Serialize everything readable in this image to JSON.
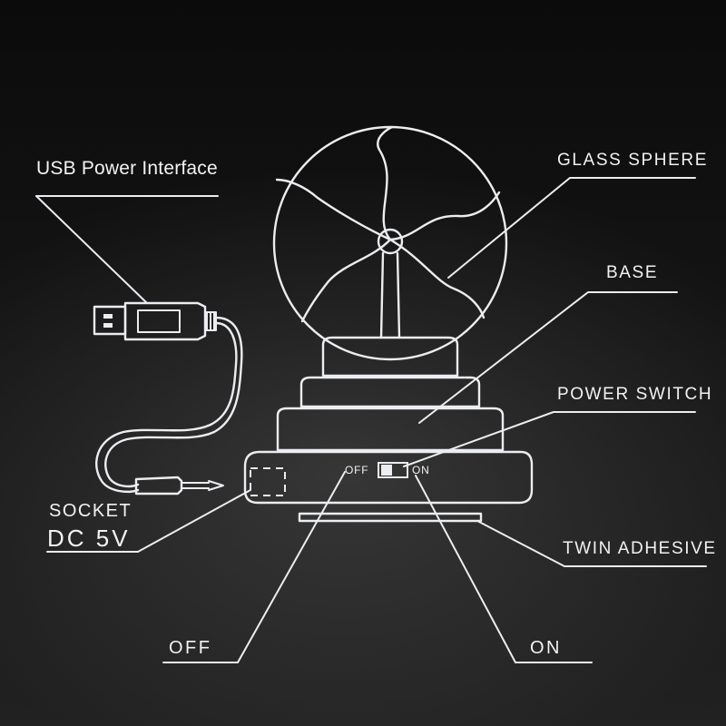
{
  "labels": {
    "usb_power_interface": "USB Power Interface",
    "glass_sphere": "GLASS SPHERE",
    "base": "BASE",
    "power_switch": "POWER SWITCH",
    "twin_adhesive": "TWIN ADHESIVE",
    "socket": "SOCKET",
    "dc_5v": "DC 5V",
    "switch_off": "OFF",
    "switch_on": "ON",
    "off": "OFF",
    "on": "ON"
  }
}
